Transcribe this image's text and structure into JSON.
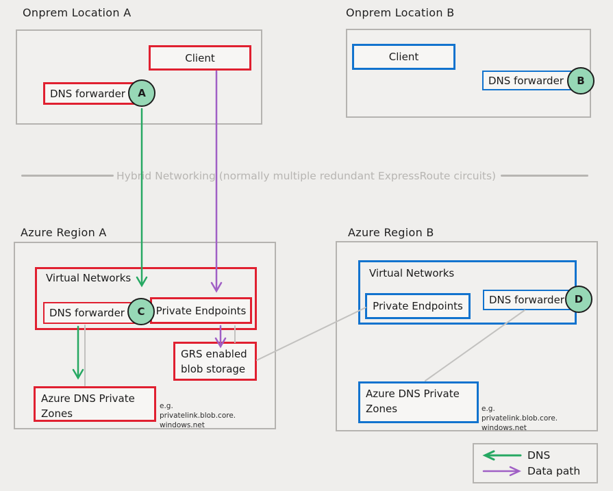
{
  "colors": {
    "red": "#e02030",
    "blue": "#1273ce",
    "green": "#26a862",
    "light_green": "#97d8b6",
    "purple": "#a05fc5",
    "container_gray": "#b5b3b0",
    "connector_gray": "#c2c1bf",
    "divider_gray": "#b7b5b2"
  },
  "onprem_a": {
    "title": "Onprem Location A",
    "client_label": "Client",
    "dns_forwarder_label": "DNS forwarder",
    "badge": "A"
  },
  "onprem_b": {
    "title": "Onprem Location B",
    "client_label": "Client",
    "dns_forwarder_label": "DNS forwarder",
    "badge": "B"
  },
  "divider": {
    "label": "Hybrid Networking (normally multiple redundant ExpressRoute circuits)"
  },
  "region_a": {
    "title": "Azure Region A",
    "virtual_networks_label": "Virtual Networks",
    "dns_forwarder_label": "DNS forwarder",
    "badge": "C",
    "private_endpoints_label": "Private Endpoints",
    "grs_label": "GRS enabled\nblob storage",
    "dns_zones_label": "Azure DNS Private\nZones",
    "zone_example": "e.g. privatelink.blob.core.\nwindows.net"
  },
  "region_b": {
    "title": "Azure Region B",
    "virtual_networks_label": "Virtual Networks",
    "private_endpoints_label": "Private Endpoints",
    "dns_forwarder_label": "DNS forwarder",
    "badge": "D",
    "dns_zones_label": "Azure DNS Private\nZones",
    "zone_example": "e.g. privatelink.blob.core.\nwindows.net"
  },
  "legend": {
    "dns_label": "DNS",
    "data_path_label": "Data path"
  }
}
